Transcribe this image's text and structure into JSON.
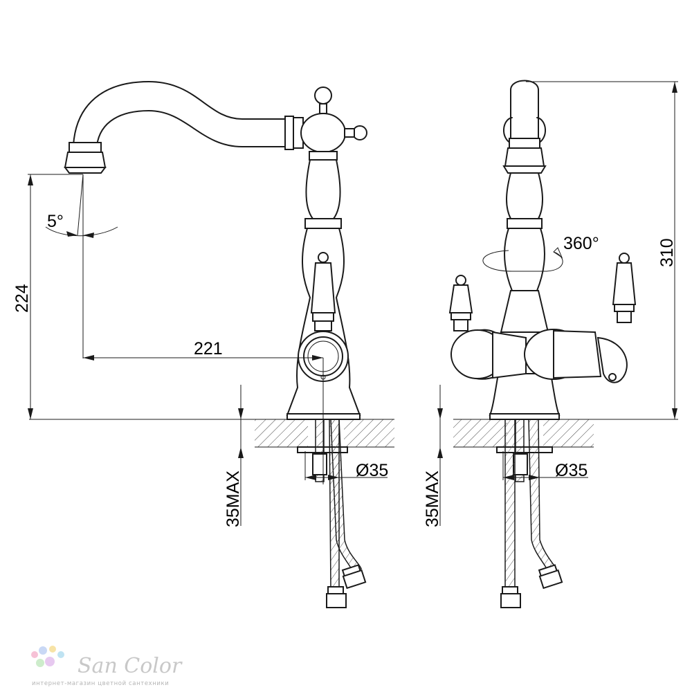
{
  "dimensions": {
    "spout_angle": "5°",
    "spout_height": "224",
    "spout_reach": "221",
    "rotation": "360°",
    "total_height": "310",
    "hole_diameter_left": "Ø35",
    "hole_diameter_right": "Ø35",
    "counter_max_left": "35MAX",
    "counter_max_right": "35MAX"
  },
  "watermark": {
    "brand": "San Color",
    "tagline": "интернет-магазин цветной сантехники",
    "dot_colors": [
      "#f6c1d6",
      "#c9d8f5",
      "#f7e3a6",
      "#cdeccb",
      "#e7c9f0",
      "#bfe3f2"
    ]
  }
}
